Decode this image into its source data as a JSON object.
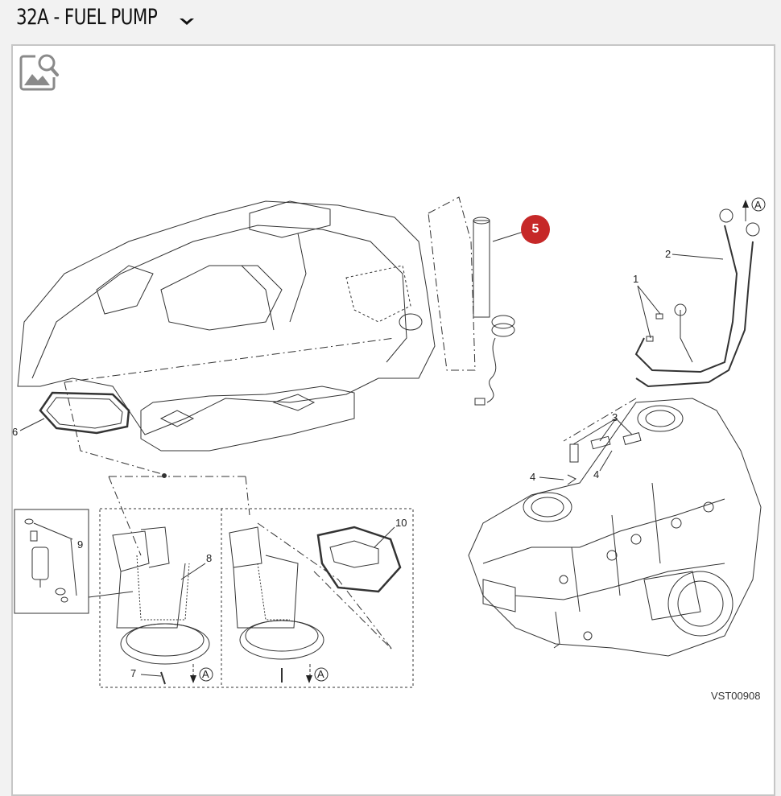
{
  "page": {
    "title": "32A - FUEL PUMP",
    "title_icon": "chevron-down-icon"
  },
  "viewer": {
    "zoom_icon": "image-zoom-icon"
  },
  "diagram": {
    "drawing_code": "VST00908",
    "highlight_label": "5",
    "callouts": [
      "1",
      "2",
      "3",
      "4",
      "4",
      "6",
      "7",
      "8",
      "9",
      "10"
    ],
    "reference_marks": [
      "A",
      "A",
      "A"
    ]
  },
  "colors": {
    "accent": "#c62828",
    "line": "#333333"
  }
}
